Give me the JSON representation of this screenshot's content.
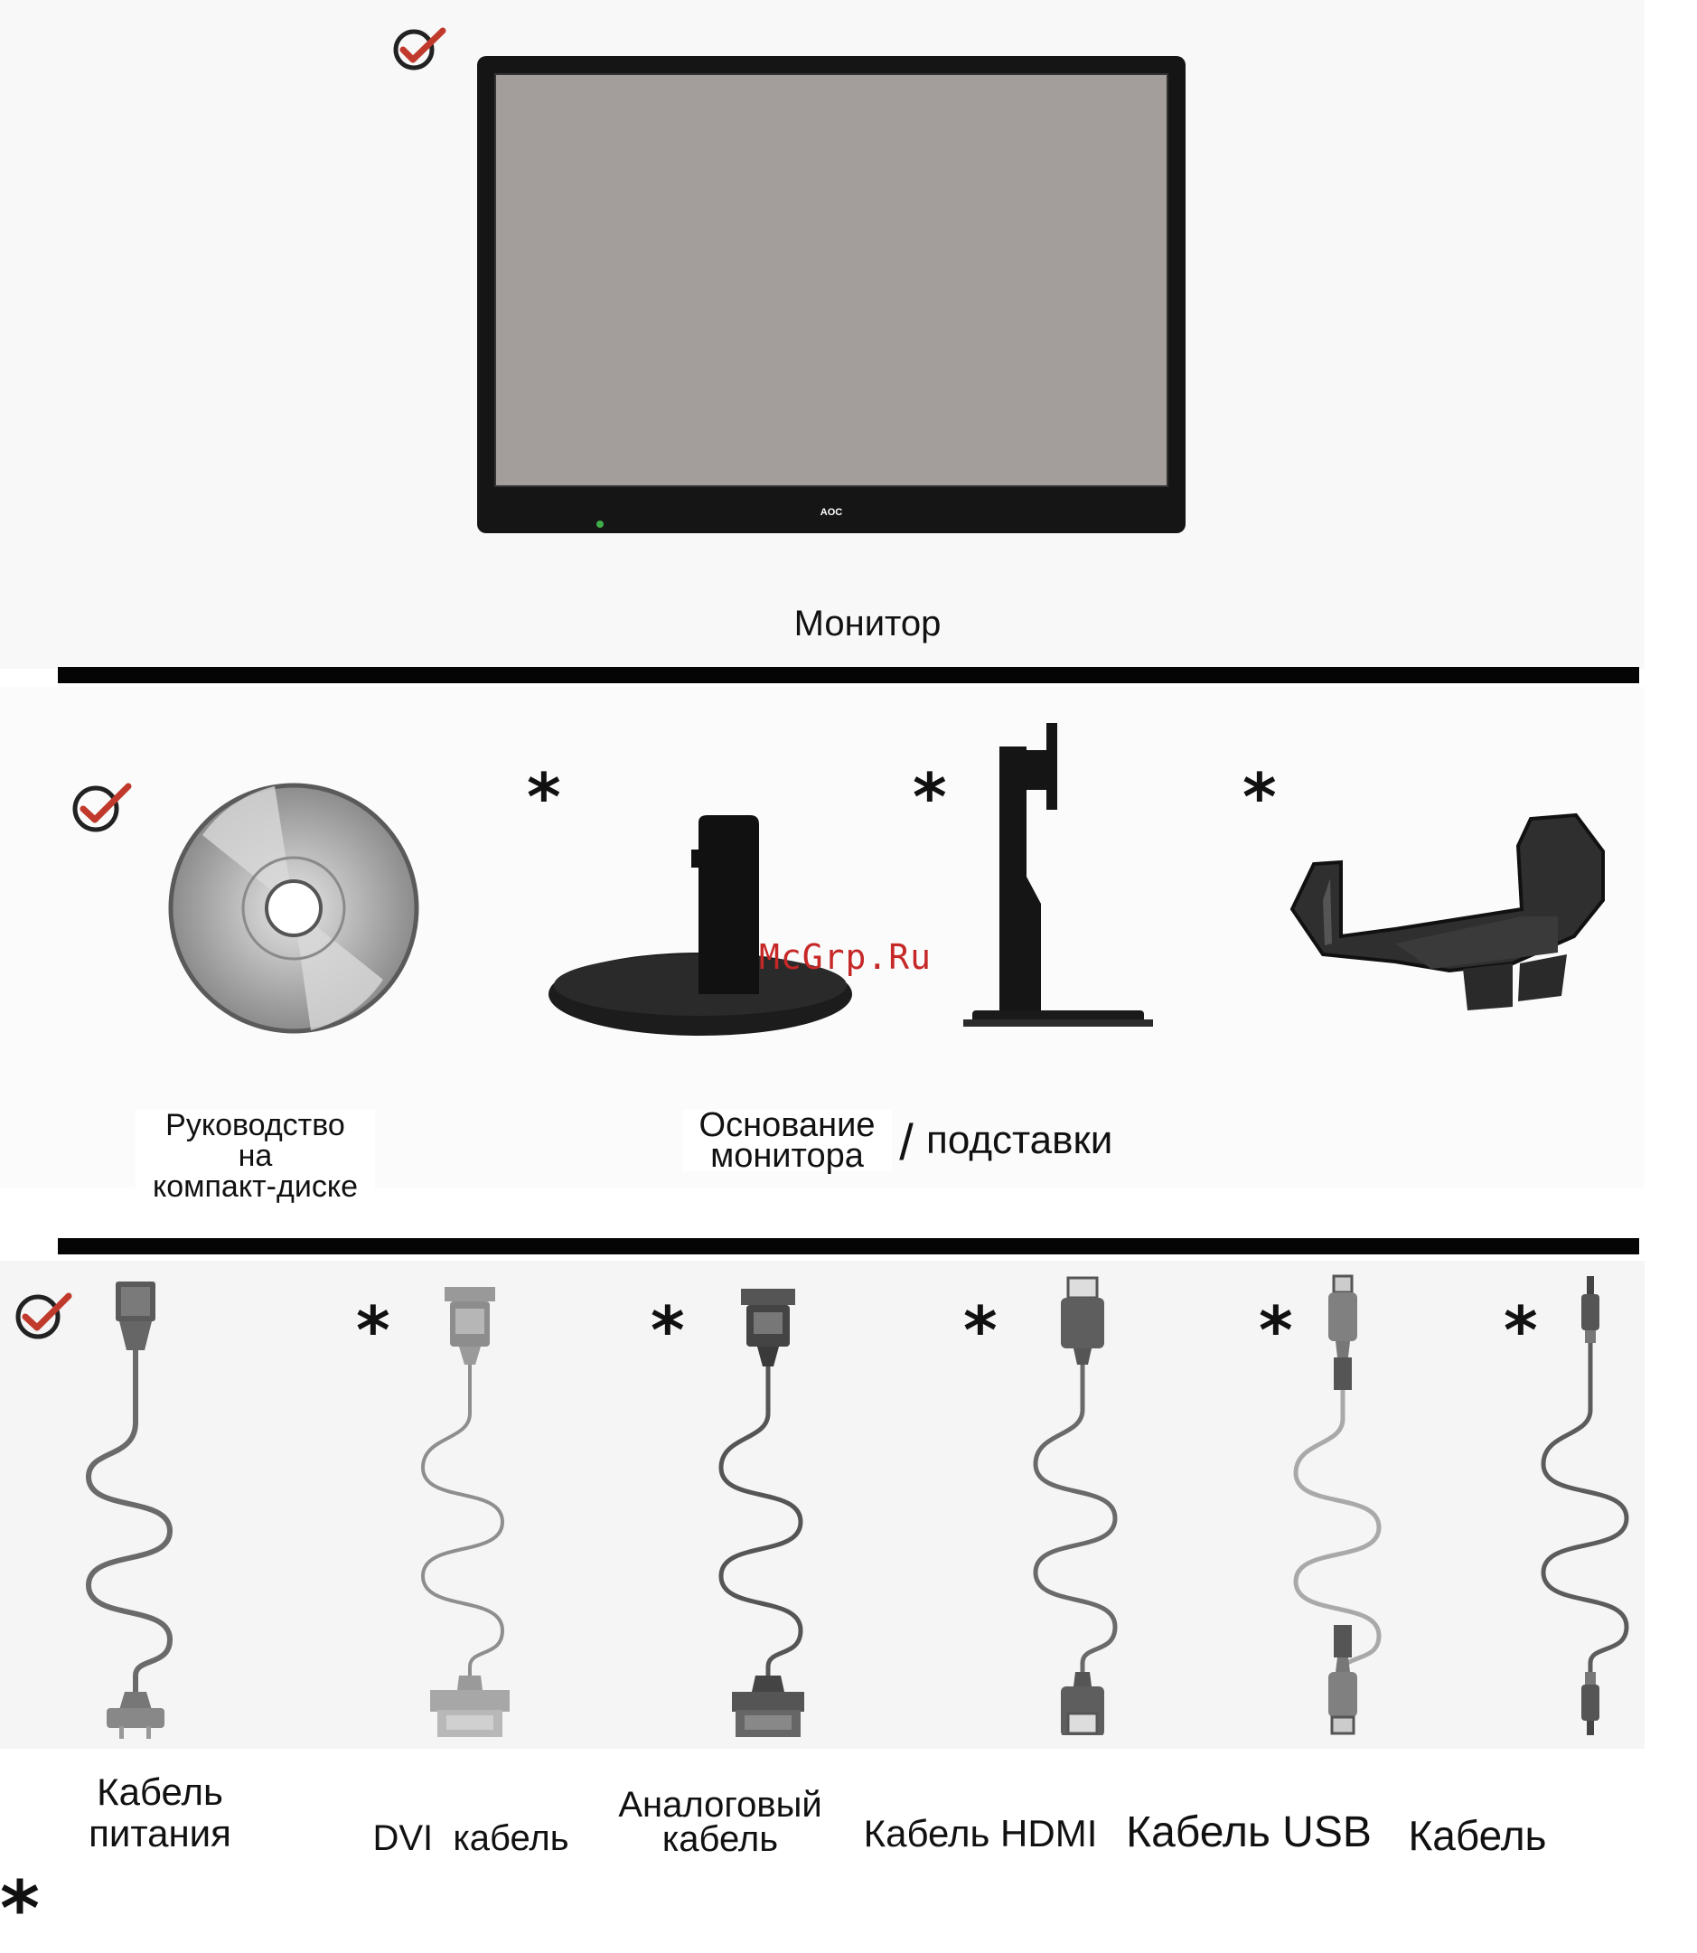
{
  "monitor": {
    "label": "Монитор",
    "brand": "AOC"
  },
  "row2": {
    "cd_label_lines": [
      "Руководство",
      "на",
      "компакт-диске"
    ],
    "base_label_lines": [
      "Основание",
      "монитора"
    ],
    "slash": "/",
    "stand_label": "подставки",
    "watermark": "McGrp.Ru"
  },
  "row3": {
    "power_lines": [
      "Кабель",
      "питания"
    ],
    "dvi": "DVI  кабель",
    "analog_lines": [
      "Аналоговый",
      "кабель"
    ],
    "hdmi": "Кабель HDMI",
    "usb": "Кабель USB",
    "audio": "Кабель"
  },
  "footnote": {
    "star": "*"
  },
  "marks": {
    "star": "*"
  },
  "colors": {
    "check": "#c0392b",
    "divider": "#050505",
    "screen": "#a39e9b",
    "watermark": "#c62828"
  }
}
